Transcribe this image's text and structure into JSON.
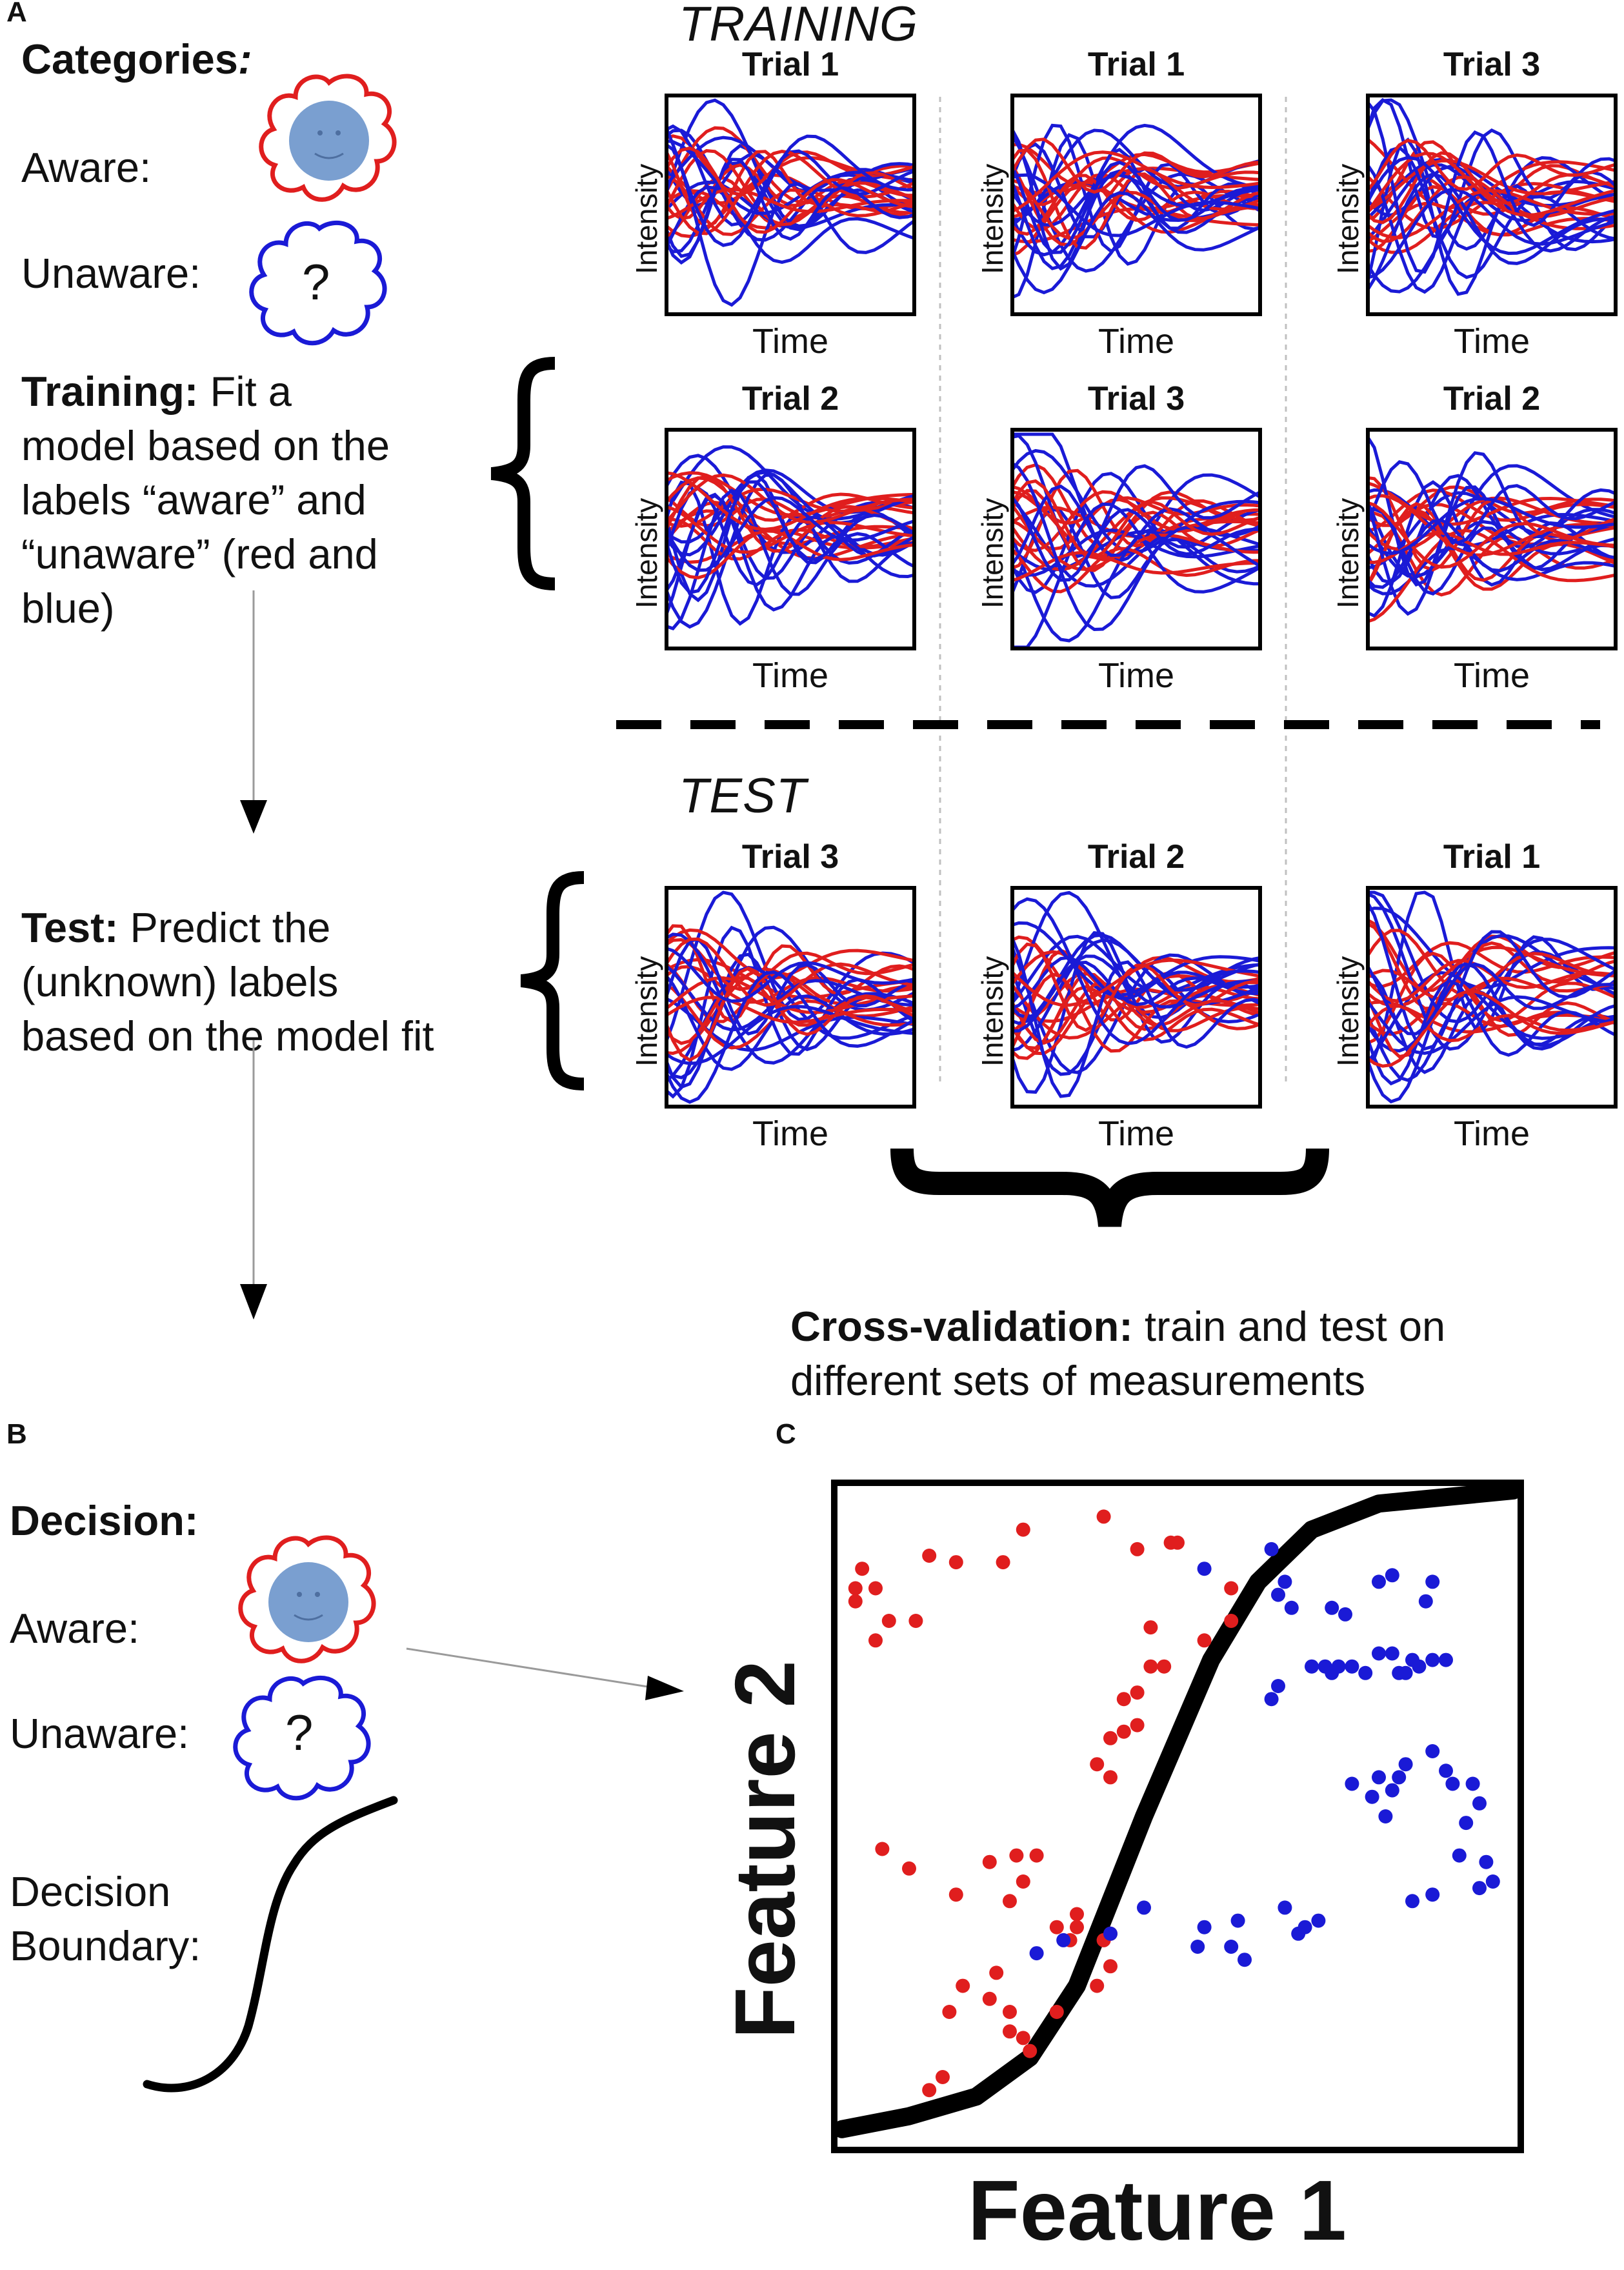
{
  "panels": {
    "a": "A",
    "b": "B",
    "c": "C"
  },
  "left_a": {
    "categories": "Categories",
    "categories_colon": ":",
    "aware": "Aware:",
    "unaware": "Unaware:",
    "question": "?",
    "training_bold": "Training:",
    "training_lines": [
      "Fit a",
      "model based on the",
      "labels “aware” and",
      "“unaware” (red and",
      "blue)"
    ],
    "test_bold": "Test:",
    "test_lines": [
      "Predict the",
      "(unknown) labels",
      "based on the model fit"
    ]
  },
  "section_headers": {
    "training": "TRAINING",
    "test": "TEST"
  },
  "trials": {
    "training_row1": [
      "Trial 1",
      "Trial 1",
      "Trial 3"
    ],
    "training_row2": [
      "Trial 2",
      "Trial 3",
      "Trial 2"
    ],
    "test_row": [
      "Trial 3",
      "Trial 2",
      "Trial 1"
    ]
  },
  "axes": {
    "x": "Time",
    "y": "Intensity"
  },
  "cross_validation": {
    "bold": "Cross-validation:",
    "rest": "train and test on",
    "line2": "different sets of measurements"
  },
  "left_b": {
    "decision": "Decision:",
    "aware": "Aware:",
    "unaware": "Unaware:",
    "question": "?",
    "boundary_line1": "Decision",
    "boundary_line2": "Boundary:"
  },
  "panel_c": {
    "xlabel": "Feature 1",
    "ylabel": "Feature 2"
  },
  "colors": {
    "aware": "#e01e1e",
    "unaware": "#1a1ad6",
    "face": "#7a9fd0",
    "ink": "#000000"
  },
  "chart_data": {
    "type": "scatter",
    "xlabel": "Feature 1",
    "ylabel": "Feature 2",
    "xlim": [
      0,
      100
    ],
    "ylim": [
      0,
      100
    ],
    "series": [
      {
        "name": "Aware",
        "color": "#e01e1e",
        "points": [
          [
            2,
            85
          ],
          [
            2,
            83
          ],
          [
            3,
            88
          ],
          [
            5,
            85
          ],
          [
            7,
            80
          ],
          [
            5,
            77
          ],
          [
            11,
            80
          ],
          [
            13,
            90
          ],
          [
            17,
            89
          ],
          [
            24,
            89
          ],
          [
            27,
            94
          ],
          [
            39,
            96
          ],
          [
            44,
            91
          ],
          [
            49,
            92
          ],
          [
            50,
            92
          ],
          [
            6,
            45
          ],
          [
            10,
            42
          ],
          [
            17,
            38
          ],
          [
            22,
            43
          ],
          [
            25,
            37
          ],
          [
            27,
            40
          ],
          [
            26,
            44
          ],
          [
            29,
            44
          ],
          [
            32,
            33
          ],
          [
            35,
            33
          ],
          [
            35,
            35
          ],
          [
            34,
            31
          ],
          [
            22,
            22
          ],
          [
            25,
            20
          ],
          [
            25,
            17
          ],
          [
            27,
            16
          ],
          [
            28,
            14
          ],
          [
            23,
            26
          ],
          [
            18,
            24
          ],
          [
            16,
            20
          ],
          [
            13,
            8
          ],
          [
            15,
            10
          ],
          [
            32,
            20
          ],
          [
            38,
            24
          ],
          [
            40,
            27
          ],
          [
            39,
            31
          ],
          [
            40,
            32
          ],
          [
            38,
            58
          ],
          [
            40,
            56
          ],
          [
            42,
            63
          ],
          [
            40,
            62
          ],
          [
            44,
            64
          ],
          [
            42,
            68
          ],
          [
            44,
            69
          ],
          [
            46,
            73
          ],
          [
            48,
            73
          ],
          [
            46,
            79
          ],
          [
            54,
            77
          ],
          [
            58,
            80
          ],
          [
            58,
            85
          ]
        ],
        "y_note": "approximate"
      },
      {
        "name": "Unaware",
        "color": "#1a1ad6",
        "points": [
          [
            54,
            88
          ],
          [
            64,
            91
          ],
          [
            65,
            84
          ],
          [
            66,
            86
          ],
          [
            67,
            82
          ],
          [
            73,
            82
          ],
          [
            75,
            81
          ],
          [
            80,
            86
          ],
          [
            82,
            87
          ],
          [
            88,
            86
          ],
          [
            87,
            83
          ],
          [
            70,
            73
          ],
          [
            72,
            73
          ],
          [
            74,
            73
          ],
          [
            76,
            73
          ],
          [
            78,
            72
          ],
          [
            80,
            75
          ],
          [
            82,
            75
          ],
          [
            83,
            72
          ],
          [
            84,
            72
          ],
          [
            85,
            74
          ],
          [
            86,
            73
          ],
          [
            88,
            74
          ],
          [
            90,
            74
          ],
          [
            73,
            72
          ],
          [
            65,
            70
          ],
          [
            64,
            68
          ],
          [
            76,
            55
          ],
          [
            80,
            56
          ],
          [
            82,
            54
          ],
          [
            79,
            53
          ],
          [
            81,
            50
          ],
          [
            83,
            56
          ],
          [
            84,
            58
          ],
          [
            88,
            60
          ],
          [
            90,
            57
          ],
          [
            91,
            55
          ],
          [
            94,
            55
          ],
          [
            95,
            52
          ],
          [
            93,
            49
          ],
          [
            92,
            44
          ],
          [
            96,
            43
          ],
          [
            97,
            40
          ],
          [
            95,
            39
          ],
          [
            88,
            38
          ],
          [
            85,
            37
          ],
          [
            66,
            36
          ],
          [
            68,
            32
          ],
          [
            69,
            33
          ],
          [
            71,
            34
          ],
          [
            58,
            30
          ],
          [
            60,
            28
          ],
          [
            59,
            34
          ],
          [
            54,
            33
          ],
          [
            53,
            30
          ],
          [
            45,
            36
          ],
          [
            40,
            32
          ],
          [
            33,
            31
          ],
          [
            29,
            29
          ]
        ],
        "y_note": "approximate"
      },
      {
        "name": "Decision boundary",
        "color": "#000000",
        "points": [
          [
            0,
            2
          ],
          [
            10,
            4
          ],
          [
            20,
            7
          ],
          [
            28,
            13
          ],
          [
            35,
            24
          ],
          [
            40,
            37
          ],
          [
            45,
            50
          ],
          [
            50,
            62
          ],
          [
            55,
            74
          ],
          [
            62,
            86
          ],
          [
            70,
            94
          ],
          [
            80,
            98
          ],
          [
            100,
            100
          ]
        ]
      }
    ]
  }
}
